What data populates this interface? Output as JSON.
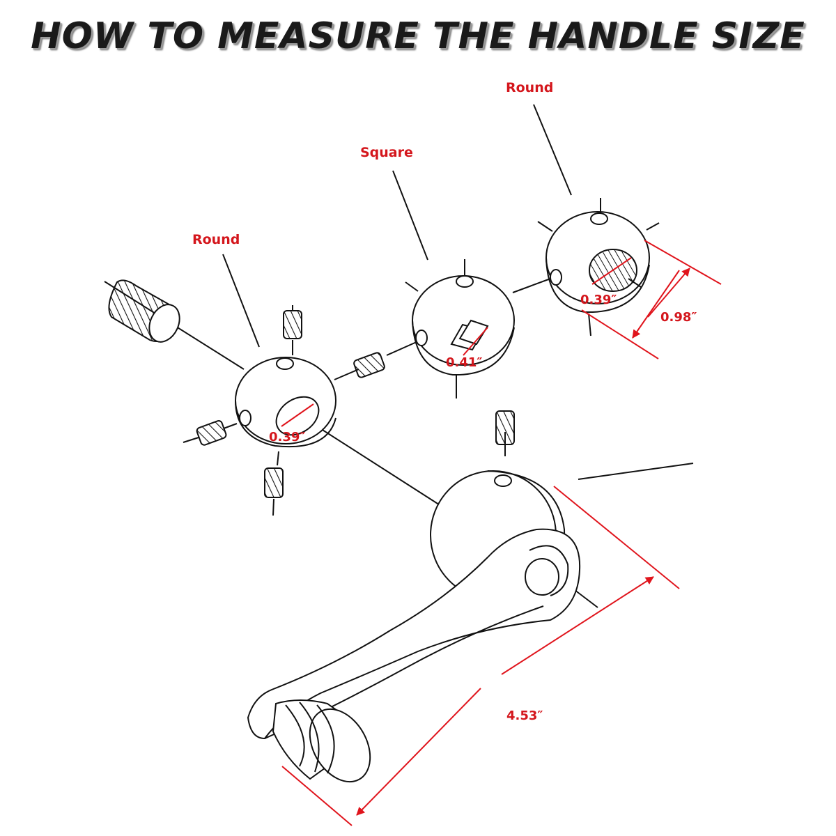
{
  "title": "HOW TO MEASURE THE HANDLE SIZE",
  "labels": {
    "round_left": "Round",
    "square": "Square",
    "round_right": "Round"
  },
  "dimensions": {
    "bore_round_left": "0.39″",
    "bore_square": "0.41″",
    "bore_round_right": "0.39″",
    "outer_diameter": "0.98″",
    "handle_length": "4.53″"
  },
  "colors": {
    "label_red": "#d4161c",
    "line_black": "#111111"
  }
}
